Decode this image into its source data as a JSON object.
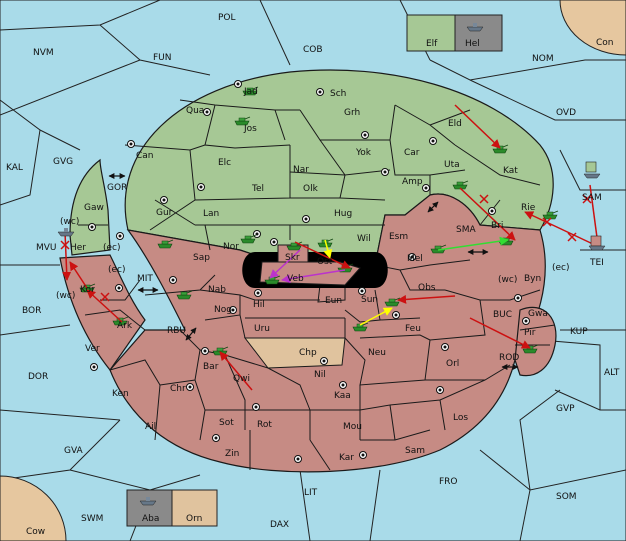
{
  "colors": {
    "sea": "#a9dbe9",
    "green_land": "#a6c895",
    "red_land": "#c68b84",
    "neutral_land": "#e0c39e",
    "corner_land": "#e6c79f",
    "border": "#1a1a1a",
    "order_red": "#cc1111",
    "order_yellow": "#ffff00",
    "order_green": "#33dd33",
    "order_purple": "#bb33cc",
    "unit_green": "#2a8a2a",
    "unit_grey": "#556677"
  },
  "legend_top": {
    "left_label": "Elf",
    "right_label": "Hel",
    "right_icon": "fleet-icon"
  },
  "legend_bottom": {
    "left_label": "Aba",
    "left_icon": "fleet-icon",
    "right_label": "Orn"
  },
  "sea_labels": {
    "POL": "POL",
    "NVM": "NVM",
    "FUN": "FUN",
    "COB": "COB",
    "NOM": "NOM",
    "OVD": "OVD",
    "Con": "Con",
    "KAL": "KAL",
    "GVG": "GVG",
    "GOR": "GOR",
    "SAM": "SAM",
    "TEI": "TEI",
    "SMA": "SMA",
    "MVU": "MVU",
    "BOR": "BOR",
    "MIT": "MIT",
    "RBU": "RBU",
    "BUC": "BUC",
    "KUP": "KUP",
    "DOR": "DOR",
    "ROD": "ROD",
    "ALT": "ALT",
    "GVP": "GVP",
    "GVA": "GVA",
    "FRO": "FRO",
    "SOM": "SOM",
    "SWM": "SWM",
    "LIT": "LIT",
    "DAX": "DAX",
    "Cow": "Cow"
  },
  "land_labels": {
    "Jad": "Jad",
    "Sch": "Sch",
    "Qua": "Qua",
    "Jos": "Jos",
    "Grh": "Grh",
    "Eld": "Eld",
    "Can": "Can",
    "Yok": "Yok",
    "Car": "Car",
    "Uta": "Uta",
    "Kat": "Kat",
    "Elc": "Elc",
    "Nar": "Nar",
    "Tel": "Tel",
    "Olk": "Olk",
    "Amp": "Amp",
    "Gaw": "Gaw",
    "Rie": "Rie",
    "Gur": "Gur",
    "Lan": "Lan",
    "Hug": "Hug",
    "Bri": "Bri",
    "Esm": "Esm",
    "Wil": "Wil",
    "Nor": "Nor",
    "Sap": "Sap",
    "Her": "Her",
    "Skr": "Skr",
    "Ost": "Ost",
    "Veb": "Veb",
    "Mel": "Mel",
    "Byn": "Byn",
    "Kor": "Kor",
    "Nab": "Nab",
    "Eun": "Eun",
    "Obs": "Obs",
    "Hil": "Hil",
    "Sun": "Sun",
    "Gwa": "Gwa",
    "Ark": "Ark",
    "Nog": "Nog",
    "Uru": "Uru",
    "Feu": "Feu",
    "Pir": "Pir",
    "Ver": "Ver",
    "Chp": "Chp",
    "Neu": "Neu",
    "Bar": "Bar",
    "Qwi": "Qwi",
    "Nil": "Nil",
    "Orl": "Orl",
    "Ken": "Ken",
    "Chr": "Chr",
    "Kaa": "Kaa",
    "Sot": "Sot",
    "Rot": "Rot",
    "Los": "Los",
    "Ail": "Ail",
    "Mou": "Mou",
    "Sam": "Sam",
    "Zin": "Zin",
    "Kar": "Kar"
  },
  "coast_tags": {
    "wc": "(wc)",
    "ec": "(ec)"
  }
}
